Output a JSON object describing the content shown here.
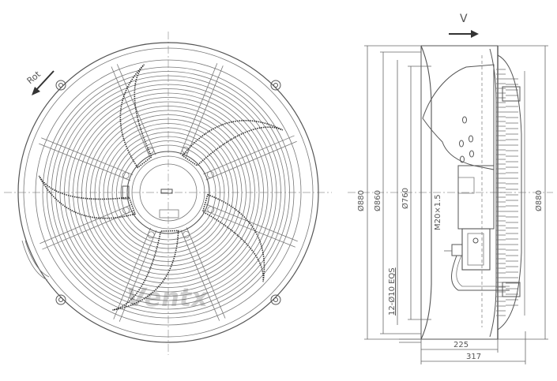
{
  "front_view": {
    "rotation_label": "Rot",
    "watermark": "Ventx"
  },
  "side_view": {
    "airflow_label": "V",
    "dims": {
      "d_outer_left": "Ø880",
      "d_mid": "Ø860",
      "d_inner": "Ø760",
      "d_outer_right": "Ø880",
      "cable_gland": "M20×1.5",
      "holes": "12-Ø10 EQS",
      "depth_225": "225",
      "depth_317": "317"
    }
  },
  "colors": {
    "line": "#555555",
    "watermark": "#3a7fc4"
  }
}
